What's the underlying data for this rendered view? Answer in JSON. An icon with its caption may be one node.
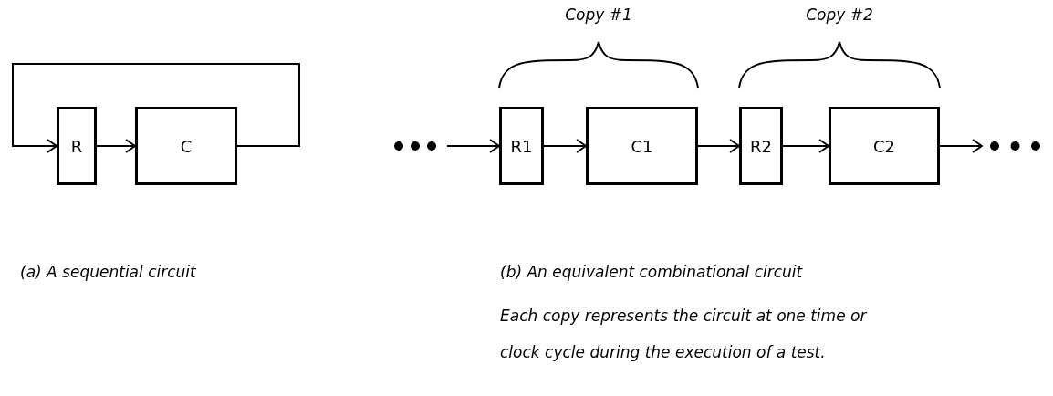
{
  "diagram": {
    "nodes": [
      {
        "text": [
          "R"
        ]
      },
      {
        "text": [
          "C"
        ]
      },
      {
        "text": [
          "R1"
        ]
      },
      {
        "text": [
          "C1"
        ]
      },
      {
        "text": [
          "R2"
        ]
      },
      {
        "text": [
          "C2"
        ]
      }
    ],
    "edges": [
      {
        "from": 0,
        "to": 1,
        "arrow": "to"
      },
      {
        "from": 1,
        "to": 0,
        "arrow": "to"
      },
      {
        "from": null,
        "to": 2,
        "arrow": "to"
      },
      {
        "from": 2,
        "to": 3,
        "arrow": "to"
      },
      {
        "from": 3,
        "to": 4,
        "arrow": "to"
      },
      {
        "from": 4,
        "to": 5,
        "arrow": "to"
      },
      {
        "from": 5,
        "to": null,
        "arrow": "to"
      }
    ],
    "labels": [
      "Copy #1",
      "Copy #2",
      "(a) A sequential circuit",
      "(b) An equivalent combinational circuit",
      "Each copy represents the circuit at one time or clock cycle during the execution of a test."
    ]
  }
}
